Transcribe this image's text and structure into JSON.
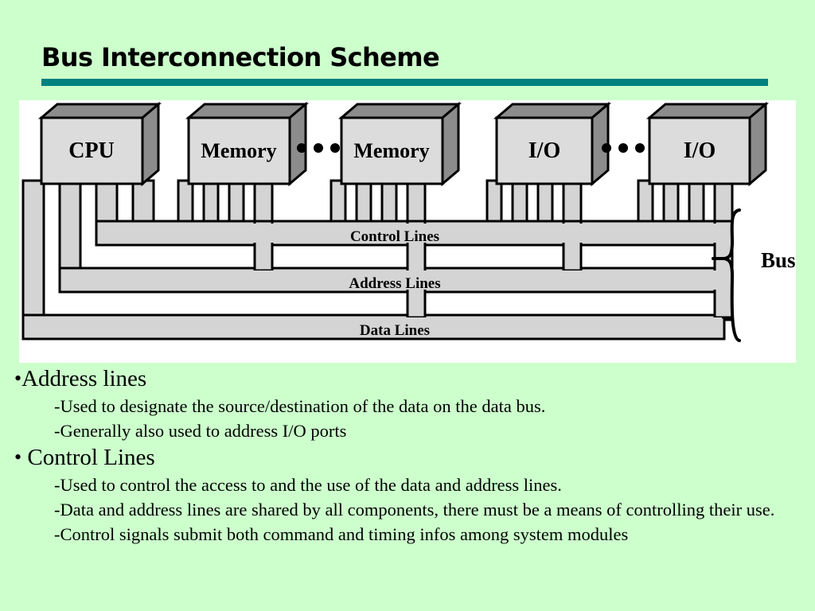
{
  "slide": {
    "title": "Bus Interconnection Scheme",
    "background_color": "#ccffcc",
    "rule_color": "#008080"
  },
  "diagram": {
    "name": "bus-interconnection-diagram",
    "panel_color": "#ffffff",
    "module_face_color": "#d9d9d9",
    "module_shade_color": "#808080",
    "bus_fill_color": "#d4d4d4",
    "modules": [
      {
        "label": "CPU",
        "name": "module-cpu"
      },
      {
        "label": "Memory",
        "name": "module-memory-1"
      },
      {
        "label": "Memory",
        "name": "module-memory-2"
      },
      {
        "label": "I/O",
        "name": "module-io-1"
      },
      {
        "label": "I/O",
        "name": "module-io-2"
      }
    ],
    "ellipses": [
      "• • •",
      "• • •"
    ],
    "bus_lines": [
      {
        "label": "Control Lines",
        "name": "bus-label-control-lines"
      },
      {
        "label": "Address Lines",
        "name": "bus-label-address-lines"
      },
      {
        "label": "Data Lines",
        "name": "bus-label-data-lines"
      }
    ],
    "brace_label": "Bus"
  },
  "bullets": [
    {
      "level": 1,
      "marker": "•",
      "text": "Address lines"
    },
    {
      "level": 2,
      "marker": "-",
      "text": "Used to designate the source/destination of the data on the data bus."
    },
    {
      "level": 2,
      "marker": "-",
      "text": "Generally also used to address I/O ports"
    },
    {
      "level": 1,
      "marker": "•",
      "text": " Control Lines"
    },
    {
      "level": 2,
      "marker": "-",
      "text": "Used to control the access to and the use of the data and address lines."
    },
    {
      "level": 2,
      "marker": "-",
      "text": "Data and address lines are shared by all components, there must be a means of controlling their use."
    },
    {
      "level": 2,
      "marker": "-",
      "text": "Control signals submit both command and timing infos among system modules"
    }
  ]
}
